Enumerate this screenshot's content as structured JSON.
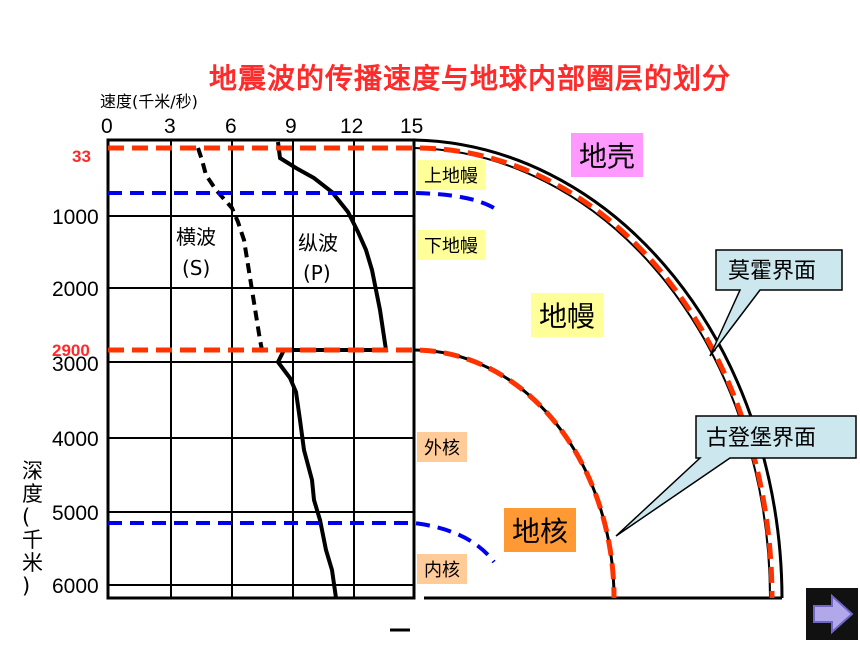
{
  "title": "地震波的传播速度与地球内部圈层的划分",
  "speed_axis_label": "速度(千米/秒)",
  "depth_axis_label": "深度(千米)",
  "speed_ticks": [
    "0",
    "3",
    "6",
    "9",
    "12",
    "15"
  ],
  "depth_ticks": [
    "1000",
    "2000",
    "3000",
    "4000",
    "5000",
    "6000"
  ],
  "boundary_labels": {
    "moho_depth": "33",
    "gutenberg_depth": "2900"
  },
  "wave_labels": {
    "s_wave": "横波",
    "s_symbol": "(S)",
    "p_wave": "纵波",
    "p_symbol": "(P)"
  },
  "layers": {
    "crust": "地壳",
    "upper_mantle": "上地幔",
    "lower_mantle": "下地幔",
    "mantle": "地幔",
    "outer_core": "外核",
    "core": "地核",
    "inner_core": "内核"
  },
  "callouts": {
    "moho": "莫霍界面",
    "gutenberg": "古登堡界面"
  },
  "colors": {
    "title": "#ff2a2a",
    "red_dash": "#ff3300",
    "blue_dash": "#0000ee",
    "callout_fill": "#cce8ee"
  },
  "nav": {
    "next_icon": "right-arrow-icon"
  }
}
